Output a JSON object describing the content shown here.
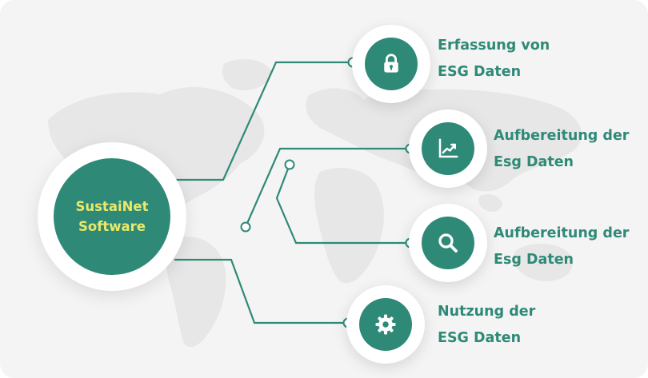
{
  "hub": {
    "line1": "SustaiNet",
    "line2": "Software"
  },
  "items": [
    {
      "line1": "Erfassung von",
      "line2": "ESG Daten",
      "icon": "lock-icon"
    },
    {
      "line1": "Aufbereitung der",
      "line2": "Esg Daten",
      "icon": "chart-icon"
    },
    {
      "line1": "Aufbereitung der",
      "line2": "Esg Daten",
      "icon": "search-icon"
    },
    {
      "line1": "Nutzung der",
      "line2": "ESG Daten",
      "icon": "gear-icon"
    }
  ],
  "colors": {
    "accent": "#2e8a77",
    "hub_text": "#e9e86a",
    "background": "#f4f4f4",
    "map": "#e6e6e6"
  }
}
